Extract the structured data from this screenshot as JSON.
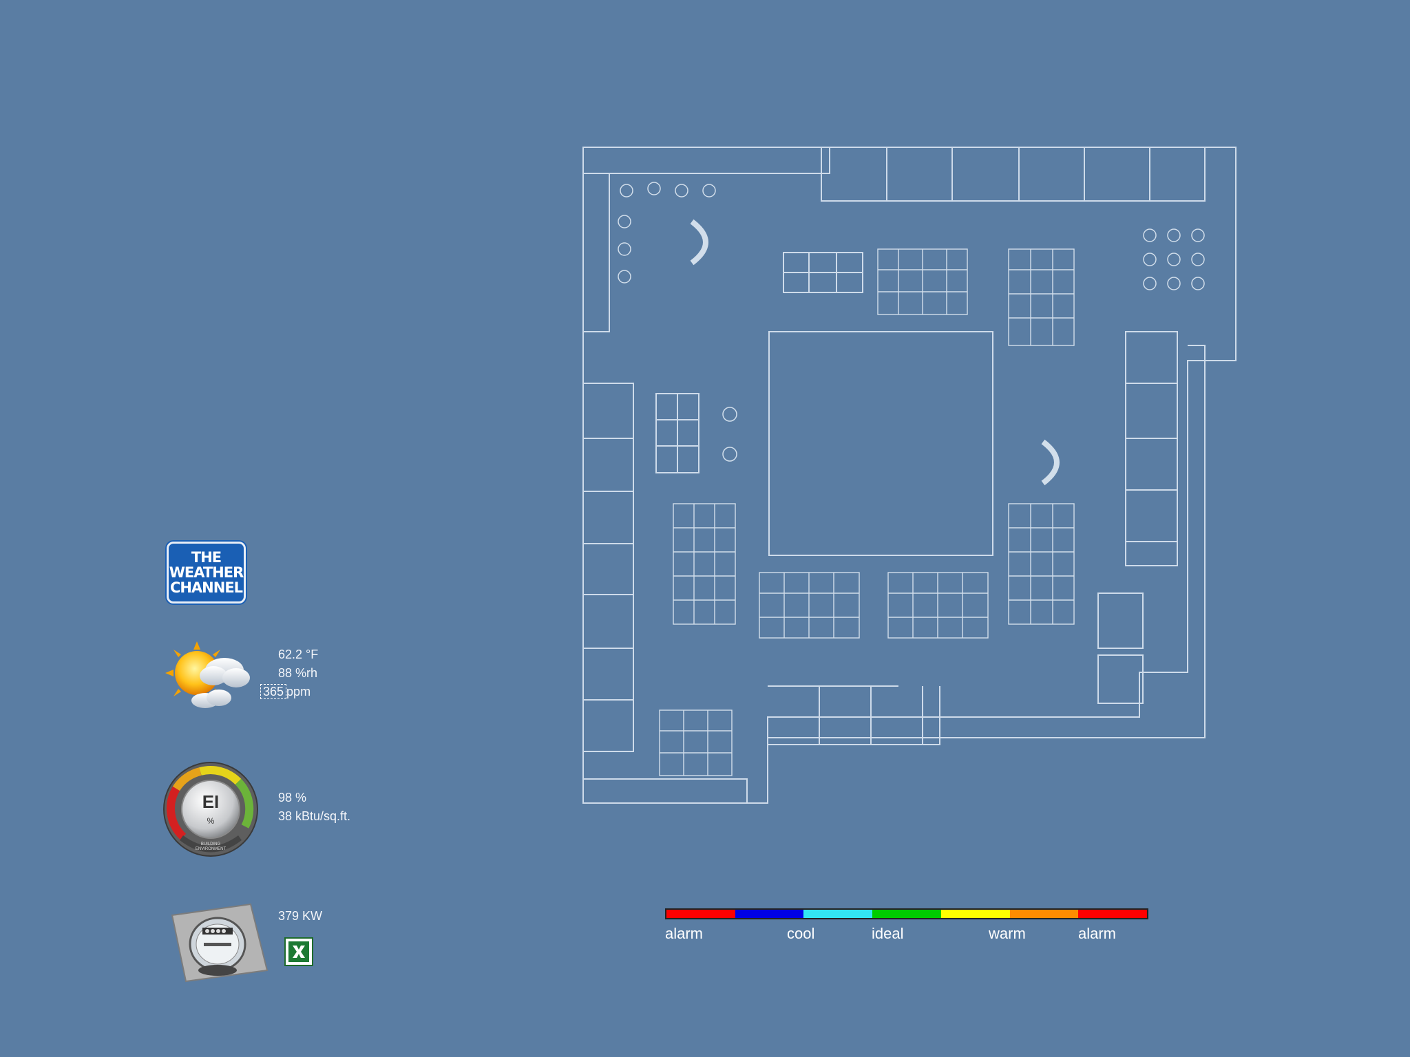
{
  "weather": {
    "logo_lines": [
      "THE",
      "WEATHER",
      "CHANNEL"
    ],
    "temperature": "62.2 °F",
    "humidity": "88 %rh",
    "co2_value": "365",
    "co2_unit": "ppm",
    "icon": "partly-cloudy-sun-icon"
  },
  "energy_index": {
    "gauge_label": "EI",
    "gauge_unit": "%",
    "gauge_ring_text": "BUILDING ENVIRONMENT",
    "percent": "98 %",
    "intensity": "38 kBtu/sq.ft."
  },
  "power": {
    "value": "379 KW",
    "icon": "electric-meter-icon",
    "export_icon": "excel-icon"
  },
  "legend": {
    "colors": [
      "#ff0000",
      "#0000e6",
      "#33e6f2",
      "#00cc00",
      "#ffff00",
      "#ff8c00",
      "#ff0000"
    ],
    "labels": [
      "alarm",
      "cool",
      "ideal",
      "warm",
      "alarm"
    ]
  },
  "floorplan": {
    "icon": "floor-plan-map"
  }
}
